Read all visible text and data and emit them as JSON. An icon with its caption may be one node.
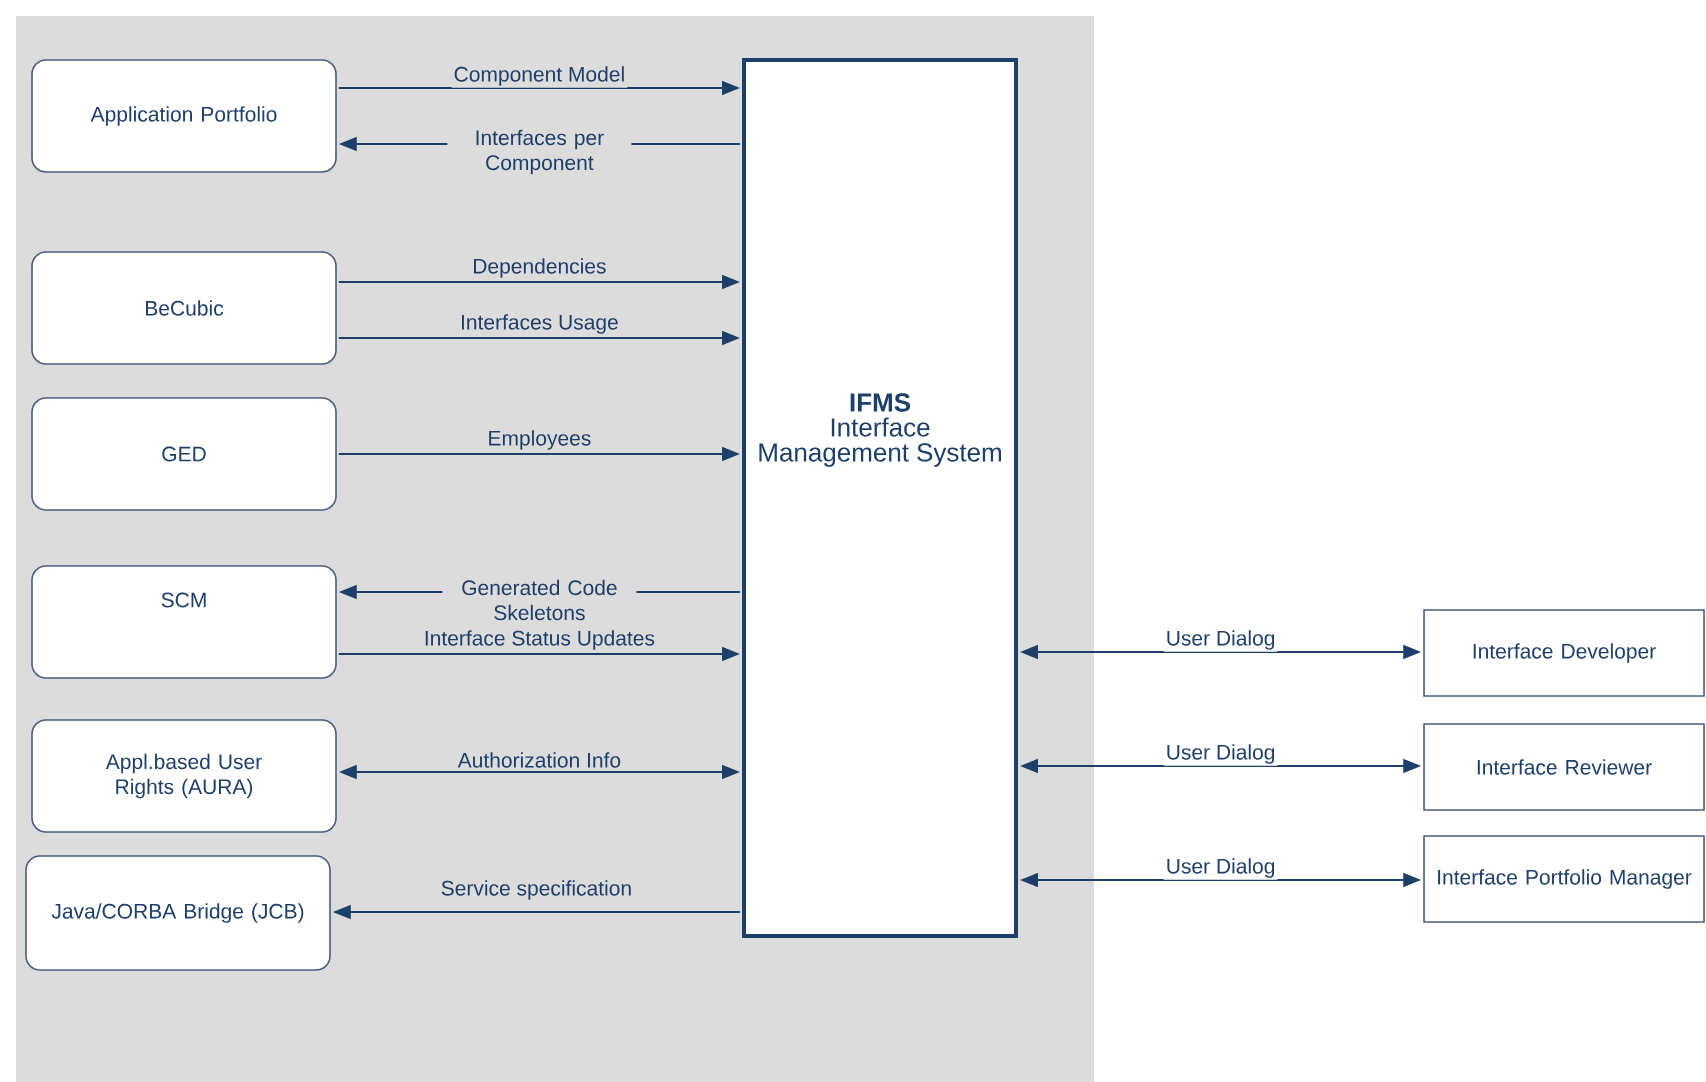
{
  "diagram": {
    "nodes": [
      {
        "text": [
          "IFMS",
          "Interface Management System"
        ]
      },
      {
        "text": [
          "Application Portfolio"
        ]
      },
      {
        "text": [
          "BeCubic"
        ]
      },
      {
        "text": [
          "GED"
        ]
      },
      {
        "text": [
          "SCM"
        ]
      },
      {
        "text": [
          "Appl.based User Rights (AURA)"
        ]
      },
      {
        "text": [
          "Java/CORBA Bridge (JCB)"
        ]
      },
      {
        "text": [
          "Interface Developer"
        ]
      },
      {
        "text": [
          "Interface Reviewer"
        ]
      },
      {
        "text": [
          "Interface Portfolio Manager"
        ]
      }
    ],
    "edges": [
      {
        "from": 1,
        "to": 0,
        "arrow": "to",
        "label": "Component Model"
      },
      {
        "from": 0,
        "to": 1,
        "arrow": "to",
        "label": "Interfaces per Component"
      },
      {
        "from": 2,
        "to": 0,
        "arrow": "to",
        "label": "Dependencies"
      },
      {
        "from": 2,
        "to": 0,
        "arrow": "to",
        "label": "Interfaces Usage"
      },
      {
        "from": 3,
        "to": 0,
        "arrow": "to",
        "label": "Employees"
      },
      {
        "from": 0,
        "to": 4,
        "arrow": "to",
        "label": "Generated Code Skeletons"
      },
      {
        "from": 4,
        "to": 0,
        "arrow": "to",
        "label": "Interface Status Updates"
      },
      {
        "from": 5,
        "to": 0,
        "arrow": "both",
        "label": "Authorization Info"
      },
      {
        "from": 0,
        "to": 6,
        "arrow": "to",
        "label": "Service specification"
      },
      {
        "from": 0,
        "to": 7,
        "arrow": "both",
        "label": "User Dialog"
      },
      {
        "from": 0,
        "to": 8,
        "arrow": "both",
        "label": "User Dialog"
      },
      {
        "from": 0,
        "to": 9,
        "arrow": "both",
        "label": "User Dialog"
      }
    ]
  }
}
